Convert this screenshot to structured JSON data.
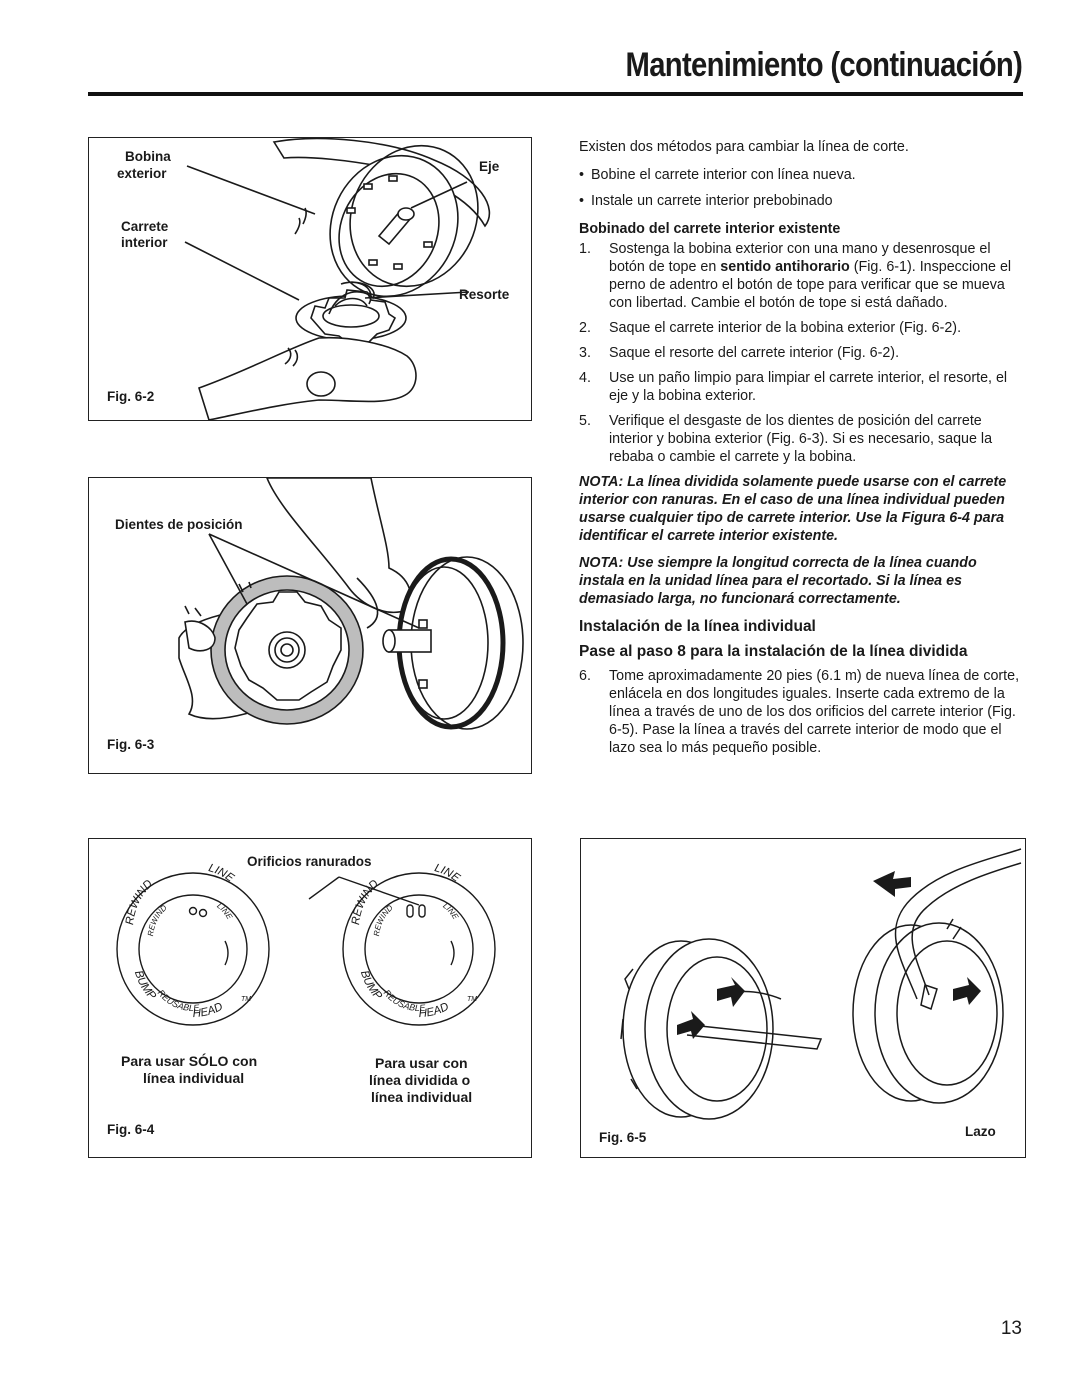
{
  "header": {
    "title": "Mantenimiento (continuación)"
  },
  "fig2": {
    "labels": {
      "bobina": "Bobina",
      "exterior": "exterior",
      "eje": "Eje",
      "carrete": "Carrete",
      "interior": "interior",
      "resorte": "Resorte"
    },
    "caption": "Fig. 6-2"
  },
  "fig3": {
    "labels": {
      "dientes": "Dientes de posición"
    },
    "caption": "Fig. 6-3"
  },
  "fig4": {
    "labels": {
      "orificios": "Orificios ranurados",
      "left_line1": "Para usar SÓLO con",
      "left_line2": "línea individual",
      "right_line1": "Para usar con",
      "right_line2": "línea dividida o",
      "right_line3": "línea individual"
    },
    "spool_text": {
      "rewind_outer": "REWIND",
      "line_outer": "LINE",
      "rewind_inner": "REWIND",
      "line_inner": "LINE",
      "bump": "BUMP",
      "head": "HEAD",
      "tm": "TM",
      "reusable": "REUSABLE"
    },
    "caption": "Fig. 6-4"
  },
  "fig5": {
    "labels": {
      "lazo": "Lazo"
    },
    "caption": "Fig. 6-5"
  },
  "text": {
    "intro": "Existen dos métodos para cambiar la línea de corte.",
    "bullets": [
      "Bobine el carrete interior con línea nueva.",
      "Instale un carrete interior prebobinado"
    ],
    "subhead": "Bobinado del carrete interior existente",
    "step1_num": "1.",
    "step1_a": "Sostenga la bobina exterior con una mano y desenrosque el botón de tope en ",
    "step1_bold": "sentido antihorario",
    "step1_b": " (Fig. 6-1). Inspeccione el perno de adentro el botón de tope para verificar que se mueva con libertad. Cambie el botón de tope si está dañado.",
    "steps": [
      {
        "num": "2.",
        "text": "Saque el carrete interior de la bobina exterior (Fig. 6-2)."
      },
      {
        "num": "3.",
        "text": "Saque el resorte del carrete interior (Fig. 6-2)."
      },
      {
        "num": "4.",
        "text": "Use un paño limpio para limpiar el carrete interior, el resorte, el eje y la bobina exterior."
      },
      {
        "num": "5.",
        "text": "Verifique el desgaste de los dientes de posición del carrete interior y bobina exterior (Fig. 6-3). Si es necesario, saque la rebaba o cambie el carrete y la bobina."
      }
    ],
    "note1": "NOTA: La línea dividida solamente puede usarse con el carrete interior con ranuras. En el caso de una línea individual pueden usarse cualquier tipo de carrete interior. Use la Figura 6-4 para identificar el carrete interior existente.",
    "note2": "NOTA: Use siempre la longitud correcta de la línea cuando instala en la unidad línea para el recortado. Si la línea es demasiado larga, no funcionará correctamente.",
    "heading_individual": "Instalación de la línea individual",
    "heading_dividida": "Pase al paso 8 para la instalación de la línea dividida",
    "step6_num": "6.",
    "step6": "Tome aproximadamente 20 pies (6.1 m) de nueva línea de corte, enlácela en dos longitudes iguales. Inserte cada extremo de la línea a través de uno de los dos orificios del carrete interior (Fig. 6-5). Pase la línea a través del carrete interior de modo que el lazo sea lo más pequeño posible."
  },
  "page_number": "13",
  "colors": {
    "ink": "#1a1a1a",
    "gray_fill": "#bdbdbd",
    "light_fill": "#e6e6e6"
  }
}
